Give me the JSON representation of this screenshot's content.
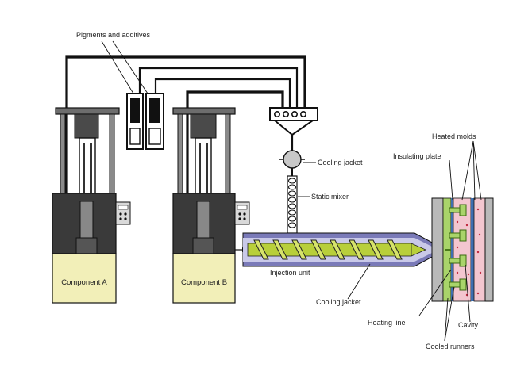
{
  "labels": {
    "pigments": "Pigments and additives",
    "cooling_jacket_top": "Cooling jacket",
    "static_mixer": "Static mixer",
    "heated_molds": "Heated molds",
    "insulating_plate": "Insulating plate",
    "component_a": "Component A",
    "component_b": "Component B",
    "injection_unit": "Injection unit",
    "cooling_jacket_bottom": "Cooling jacket",
    "heating_line": "Heating line",
    "cavity": "Cavity",
    "cooled_runners": "Cooled runners"
  },
  "colors": {
    "line": "#111111",
    "tank_fill": "#f2efb8",
    "machine_dark": "#3a3a3a",
    "machine_mid": "#8a8a8a",
    "barrel_outer": "#7a7ab8",
    "barrel_inner": "#c9c9e8",
    "screw": "#b8cf3a",
    "mold_pink": "#f3c6cf",
    "mold_grey": "#b9b9b9",
    "runner_green": "#a9d46a",
    "insulator_blue": "#3e6fb0"
  }
}
